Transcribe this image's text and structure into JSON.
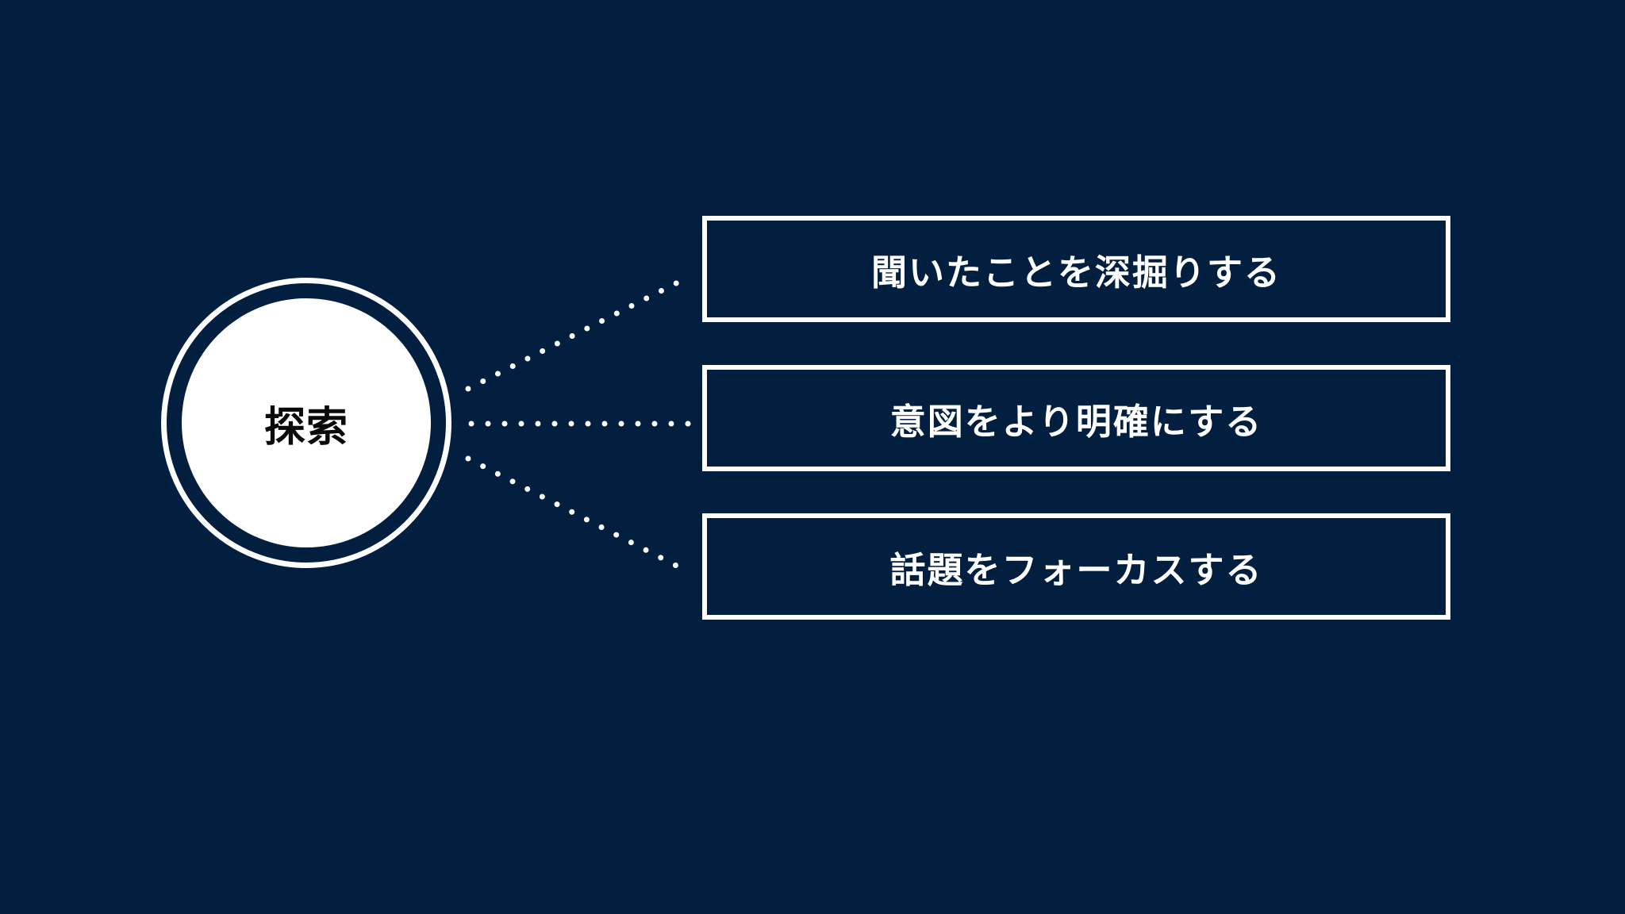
{
  "theme": {
    "background": "#021F40",
    "line_color": "#FFFFFF",
    "hub_fill": "#FFFFFF",
    "hub_text": "#0A0A0A",
    "box_fill": "#021F40",
    "box_text": "#FFFFFF"
  },
  "hub": {
    "label": "探索"
  },
  "branches": [
    {
      "label": "聞いたことを深掘りする"
    },
    {
      "label": "意図をより明確にする"
    },
    {
      "label": "話題をフォーカスする"
    }
  ]
}
